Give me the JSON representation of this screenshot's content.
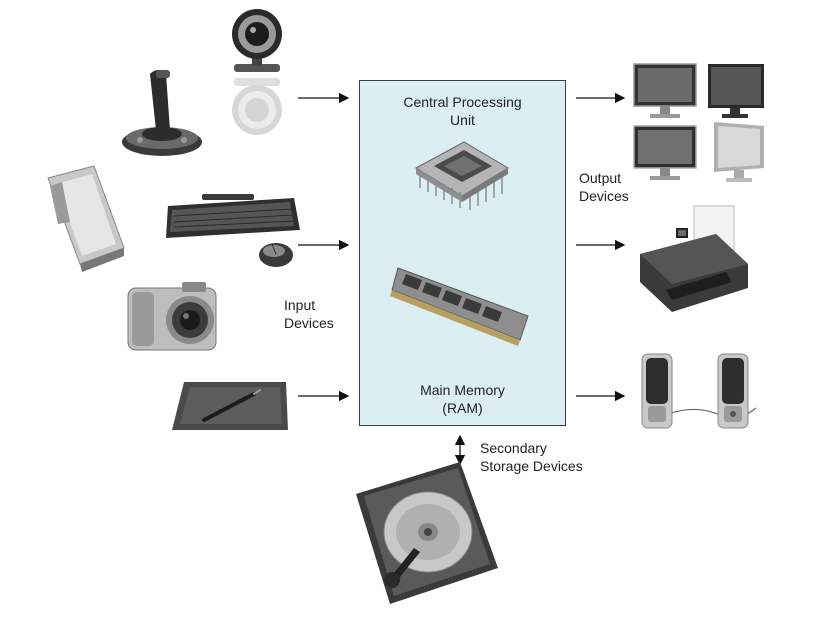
{
  "labels": {
    "cpu_line1": "Central Processing",
    "cpu_line2": "Unit",
    "memory_line1": "Main Memory",
    "memory_line2": "(RAM)",
    "input_line1": "Input",
    "input_line2": "Devices",
    "output_line1": "Output",
    "output_line2": "Devices",
    "storage_line1": "Secondary",
    "storage_line2": "Storage Devices"
  },
  "colors": {
    "box_fill": "#dbeef4",
    "box_border": "#3c3c3c",
    "arrow": "#111111"
  },
  "devices": {
    "input": [
      "webcam-icon",
      "joystick-icon",
      "scanner-icon",
      "keyboard-icon",
      "mouse-icon",
      "camera-icon",
      "drawing-tablet-icon"
    ],
    "inside": [
      "cpu-chip-icon",
      "ram-module-icon"
    ],
    "output": [
      "monitor-icon",
      "printer-icon",
      "speakers-icon"
    ],
    "storage": [
      "hard-drive-icon"
    ]
  }
}
